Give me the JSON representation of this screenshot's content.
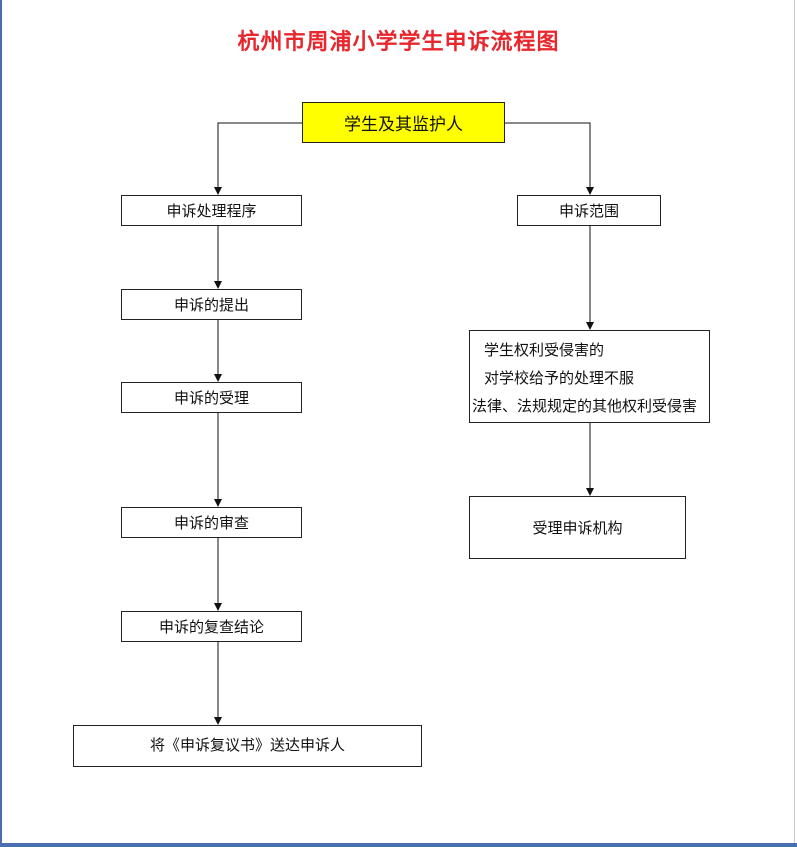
{
  "title": "杭州市周浦小学学生申诉流程图",
  "colors": {
    "title": "#e8262d",
    "root_fill": "#ffff00",
    "border": "#222222",
    "frame": "#4a6fb0"
  },
  "nodes": {
    "root": "学生及其监护人",
    "procedure": "申诉处理程序",
    "scope": "申诉范围",
    "submit": "申诉的提出",
    "accept": "申诉的受理",
    "review": "申诉的审查",
    "recheck": "申诉的复查结论",
    "deliver": "将《申诉复议书》送达申诉人",
    "scope_detail": [
      "学生权利受侵害的",
      "对学校给予的处理不服",
      "法律、法规规定的其他权利受侵害"
    ],
    "agency": "受理申诉机构"
  }
}
